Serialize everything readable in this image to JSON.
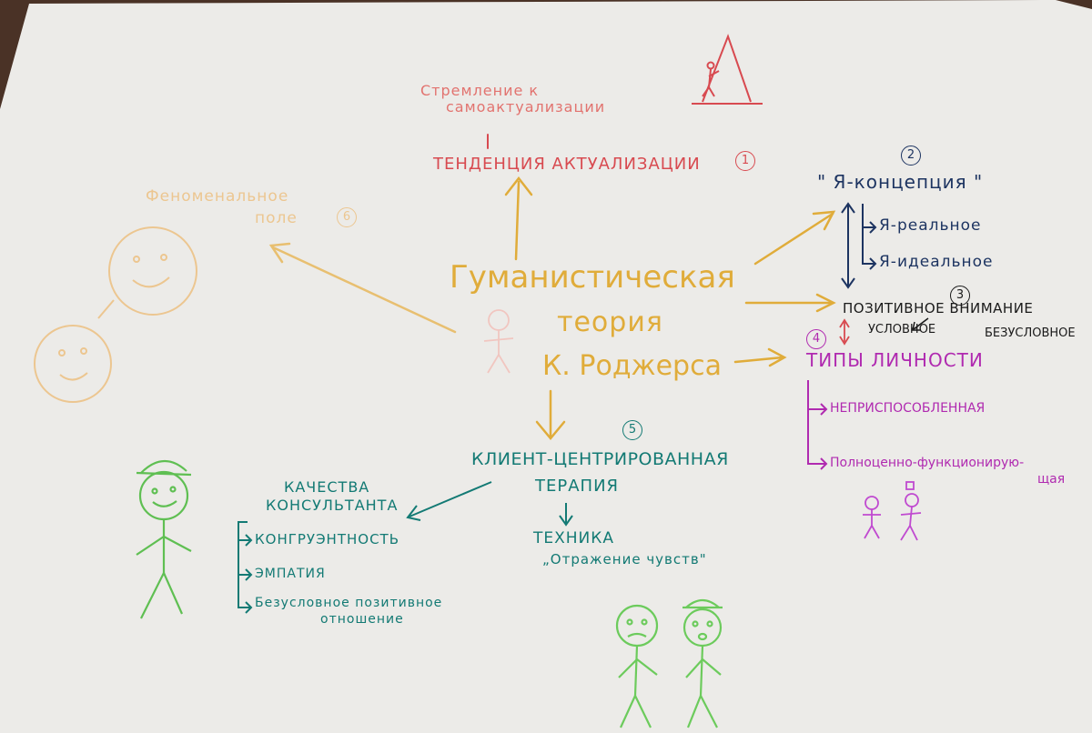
{
  "colors": {
    "paper": "#ecebe8",
    "red": "#d84a50",
    "orange": "#e0ac3a",
    "blue": "#1d3461",
    "black": "#1a1a1a",
    "magenta": "#b02ab0",
    "teal": "#137a74",
    "green": "#5fbf52",
    "faded": "#ecc690"
  },
  "center": {
    "line1": "Гуманистическая",
    "line2": "теория",
    "line3": "К. Роджерса"
  },
  "node1": {
    "top1": "Стремление к",
    "top2": "самоактуализации",
    "label": "тенденция актуализации",
    "num": "1"
  },
  "node2": {
    "label": "\" Я-концепция \"",
    "num": "2",
    "items": [
      "Я-реальное",
      "Я-идеальное"
    ]
  },
  "node3": {
    "label": "Позитивное внимание",
    "num": "3",
    "items": [
      "Условное",
      "Безусловное"
    ]
  },
  "node4": {
    "label": "типы личности",
    "num": "4",
    "items": [
      "Неприспособленная",
      "Полноценно-функционирую-",
      "щая"
    ]
  },
  "node5": {
    "line1": "Клиент-центрированная",
    "line2": "терапия",
    "num": "5",
    "technique_title": "Техника",
    "technique_name": "„Отражение чувств\""
  },
  "node6": {
    "line1": "Феноменальное",
    "line2": "поле",
    "num": "6"
  },
  "consultant": {
    "title1": "Качества",
    "title2": "консультанта",
    "items": [
      "конгруэнтность",
      "эмпатия",
      "Безусловное позитивное",
      "отношение"
    ]
  }
}
